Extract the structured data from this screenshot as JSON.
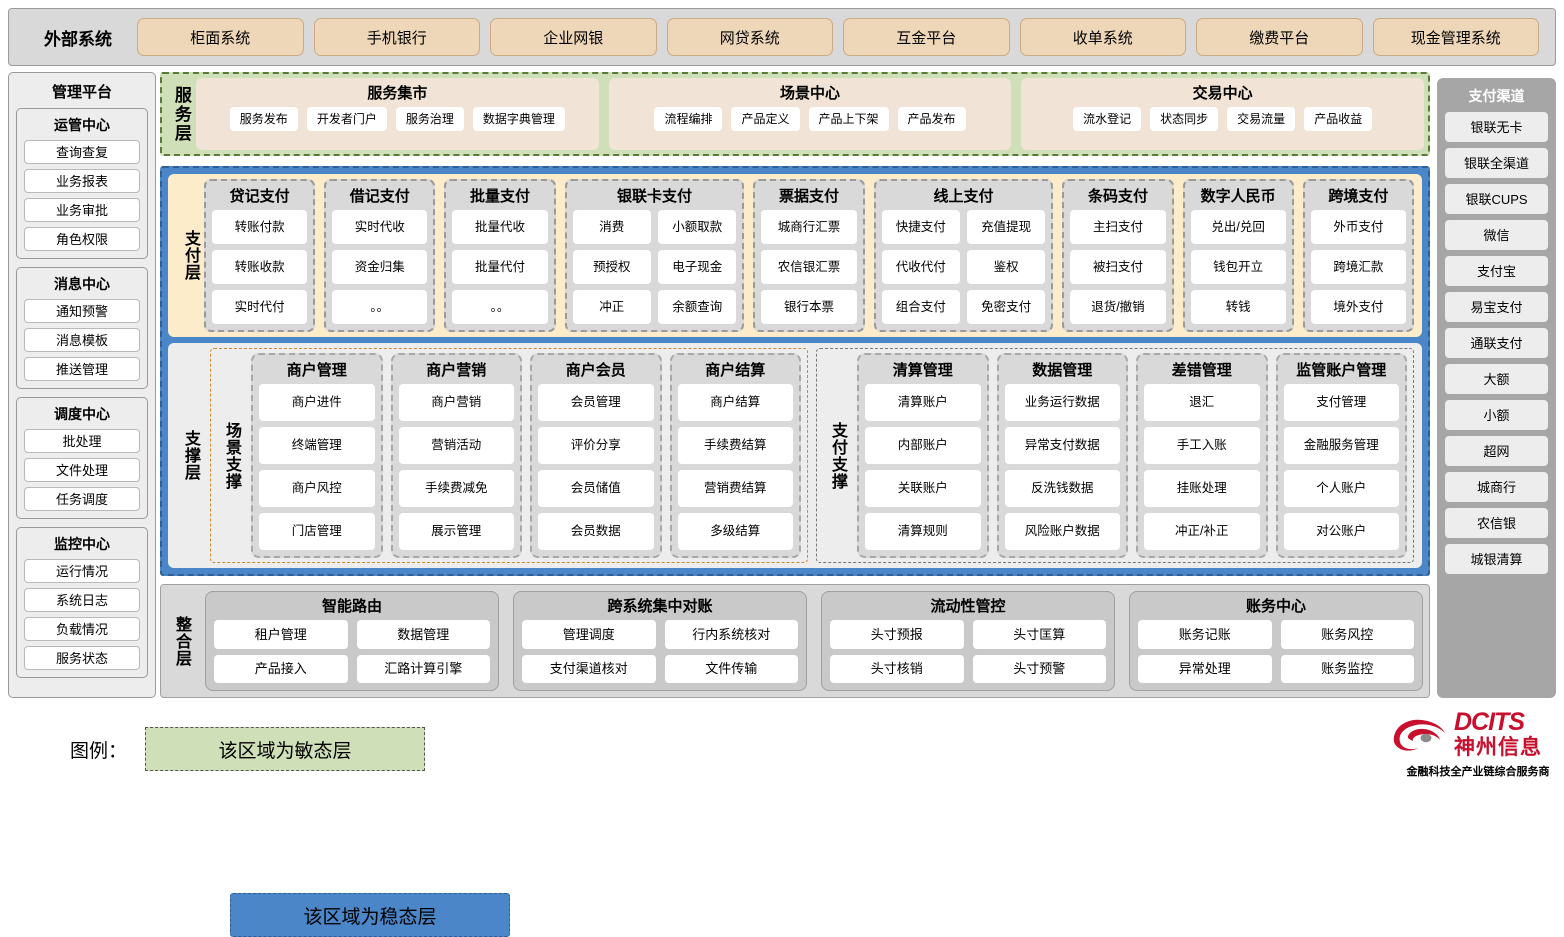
{
  "external": {
    "title": "外部系统",
    "items": [
      "柜面系统",
      "手机银行",
      "企业网银",
      "网贷系统",
      "互金平台",
      "收单系统",
      "缴费平台",
      "现金管理系统"
    ]
  },
  "admin": {
    "title": "管理平台",
    "groups": [
      {
        "title": "运管中心",
        "items": [
          "查询查复",
          "业务报表",
          "业务审批",
          "角色权限"
        ]
      },
      {
        "title": "消息中心",
        "items": [
          "通知预警",
          "消息模板",
          "推送管理"
        ]
      },
      {
        "title": "调度中心",
        "items": [
          "批处理",
          "文件处理",
          "任务调度"
        ]
      },
      {
        "title": "监控中心",
        "items": [
          "运行情况",
          "系统日志",
          "负载情况",
          "服务状态"
        ]
      }
    ]
  },
  "channels": {
    "title": "支付渠道",
    "items": [
      "银联无卡",
      "银联全渠道",
      "银联CUPS",
      "微信",
      "支付宝",
      "易宝支付",
      "通联支付",
      "大额",
      "小额",
      "超网",
      "城商行",
      "农信银",
      "城银清算"
    ]
  },
  "service_layer": {
    "side_label": "服务层",
    "groups": [
      {
        "title": "服务集市",
        "items": [
          "服务发布",
          "开发者门户",
          "服务治理",
          "数据字典管理"
        ]
      },
      {
        "title": "场景中心",
        "items": [
          "流程编排",
          "产品定义",
          "产品上下架",
          "产品发布"
        ]
      },
      {
        "title": "交易中心",
        "items": [
          "流水登记",
          "状态同步",
          "交易流量",
          "产品收益"
        ]
      }
    ]
  },
  "payment_layer": {
    "side_label": "支付层",
    "columns": [
      {
        "title": "贷记支付",
        "cols": 1,
        "items": [
          "转账付款",
          "转账收款",
          "实时代付"
        ]
      },
      {
        "title": "借记支付",
        "cols": 1,
        "items": [
          "实时代收",
          "资金归集",
          "。。"
        ]
      },
      {
        "title": "批量支付",
        "cols": 1,
        "items": [
          "批量代收",
          "批量代付",
          "。。"
        ]
      },
      {
        "title": "银联卡支付",
        "cols": 2,
        "items": [
          "消费",
          "小额取款",
          "预授权",
          "电子现金",
          "冲正",
          "余额查询"
        ]
      },
      {
        "title": "票据支付",
        "cols": 1,
        "items": [
          "城商行汇票",
          "农信银汇票",
          "银行本票"
        ]
      },
      {
        "title": "线上支付",
        "cols": 2,
        "items": [
          "快捷支付",
          "充值提现",
          "代收代付",
          "鉴权",
          "组合支付",
          "免密支付"
        ]
      },
      {
        "title": "条码支付",
        "cols": 1,
        "items": [
          "主扫支付",
          "被扫支付",
          "退货/撤销"
        ]
      },
      {
        "title": "数字人民币",
        "cols": 1,
        "items": [
          "兑出/兑回",
          "钱包开立",
          "转钱"
        ]
      },
      {
        "title": "跨境支付",
        "cols": 1,
        "items": [
          "外币支付",
          "跨境汇款",
          "境外支付"
        ]
      }
    ]
  },
  "support_layer": {
    "side_label": "支撑层",
    "boxes": [
      {
        "label": "场景支撑",
        "style": "orange",
        "columns": [
          {
            "title": "商户管理",
            "items": [
              "商户进件",
              "终端管理",
              "商户风控",
              "门店管理"
            ]
          },
          {
            "title": "商户营销",
            "items": [
              "商户营销",
              "营销活动",
              "手续费减免",
              "展示管理"
            ]
          },
          {
            "title": "商户会员",
            "items": [
              "会员管理",
              "评价分享",
              "会员储值",
              "会员数据"
            ]
          },
          {
            "title": "商户结算",
            "items": [
              "商户结算",
              "手续费结算",
              "营销费结算",
              "多级结算"
            ]
          }
        ]
      },
      {
        "label": "支付支撑",
        "style": "gray",
        "columns": [
          {
            "title": "清算管理",
            "items": [
              "清算账户",
              "内部账户",
              "关联账户",
              "清算规则"
            ]
          },
          {
            "title": "数据管理",
            "items": [
              "业务运行数据",
              "异常支付数据",
              "反洗钱数据",
              "风险账户数据"
            ]
          },
          {
            "title": "差错管理",
            "items": [
              "退汇",
              "手工入账",
              "挂账处理",
              "冲正/补正"
            ]
          },
          {
            "title": "监管账户管理",
            "items": [
              "支付管理",
              "金融服务管理",
              "个人账户",
              "对公账户"
            ]
          }
        ]
      }
    ]
  },
  "integration_layer": {
    "side_label": "整合层",
    "columns": [
      {
        "title": "智能路由",
        "rows": [
          [
            "租户管理",
            "数据管理"
          ],
          [
            "产品接入",
            "汇路计算引擎"
          ]
        ]
      },
      {
        "title": "跨系统集中对账",
        "rows": [
          [
            "管理调度",
            "行内系统核对"
          ],
          [
            "支付渠道核对",
            "文件传输"
          ]
        ]
      },
      {
        "title": "流动性管控",
        "rows": [
          [
            "头寸预报",
            "头寸匡算"
          ],
          [
            "头寸核销",
            "头寸预警"
          ]
        ]
      },
      {
        "title": "账务中心",
        "rows": [
          [
            "账务记账",
            "账务风控"
          ],
          [
            "异常处理",
            "账务监控"
          ]
        ]
      }
    ]
  },
  "legend": {
    "label": "图例：",
    "agile": "该区域为敏态层",
    "stable": "该区域为稳态层"
  },
  "logo": {
    "en": "DCITS",
    "cn": "神州信息",
    "tagline": "金融科技全产业链综合服务商"
  },
  "colors": {
    "agile_green": "#cfe0b8",
    "stable_blue": "#4a86c8",
    "payment_cream": "#fcecc9",
    "external_tan": "#eed7b8",
    "brand_red": "#c8102e"
  }
}
